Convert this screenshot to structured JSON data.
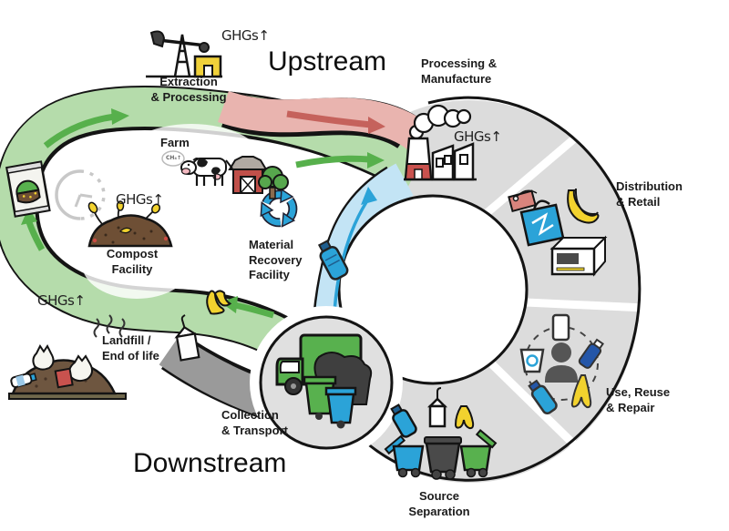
{
  "labels": {
    "upstream": "Upstream",
    "downstream": "Downstream",
    "extraction": "Extraction\n& Processing",
    "processing": "Processing &\nManufacture",
    "distribution": "Distribution\n& Retail",
    "use_reuse": "Use, Reuse\n& Repair",
    "source_separation": "Source\nSeparation",
    "collection": "Collection\n& Transport",
    "landfill": "Landfill /\nEnd of life",
    "compost": "Compost\nFacility",
    "farm": "Farm",
    "mrf": "Material\nRecovery\nFacility",
    "ghgs": "GHGs↑",
    "ch4": "CH₄↑"
  },
  "colors": {
    "ring_gray": "#dcdcdc",
    "collection_gray": "#e0e0e0",
    "outline": "#141414",
    "loop_green": "#b5dcab",
    "arrow_green": "#57b04c",
    "flow_red": "#e9b4af",
    "arrow_red": "#c5625c",
    "flow_blue": "#c3e4f5",
    "accent_blue": "#2ba3d8",
    "road_gray": "#9a9a9a",
    "bin_green": "#58b14e",
    "banana_yellow": "#f2d22e",
    "barn_red": "#c0504a",
    "soil_brown": "#6e4f35",
    "dark_gray": "#3f3f3f"
  },
  "icon_names": [
    "pumpjack-icon",
    "factory-icon",
    "smoke-clouds-icon",
    "price-tag-icon",
    "shopping-bag-icon",
    "bananas-icon",
    "package-box-icon",
    "person-icon",
    "phone-icon",
    "coffee-cup-icon",
    "repair-tube-icon",
    "banana-peel-icon",
    "water-bottle-icon",
    "recycle-bin-blue-icon",
    "recycle-bin-black-icon",
    "recycle-bin-green-icon",
    "garbage-truck-icon",
    "cow-icon",
    "barn-icon",
    "tree-icon",
    "compost-pile-icon",
    "compost-bag-icon",
    "clock-icon",
    "recycling-arrows-icon",
    "landfill-heap-icon",
    "milk-carton-icon",
    "plastic-bottle-icon",
    "garbage-bag-icon",
    "ch4-cloud-icon"
  ]
}
